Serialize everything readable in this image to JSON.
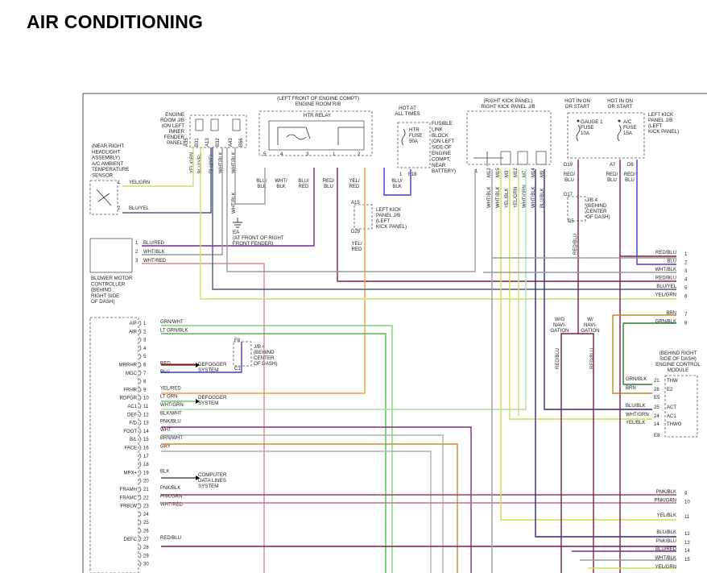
{
  "page_title": "AIR CONDITIONING",
  "components": {
    "engine_room_jb": [
      "ENGINE",
      "ROOM J/B",
      "(ON LEFT",
      "INNER",
      "FENDER",
      "PANEL)"
    ],
    "left_front_header": [
      "(LEFT FRONT OF ENGINE COMPT)",
      "ENGINE ROOM R/B"
    ],
    "htr_relay": "HTR RELAY",
    "hot_at_all_times": [
      "HOT AT",
      "ALL TIMES"
    ],
    "htr_fuse": [
      "HTR",
      "FUSE",
      "50A"
    ],
    "fusible_link": [
      "FUSIBLE",
      "LINK",
      "BLOCK",
      "(ON LEFT",
      "SIDE OF",
      "ENGINE",
      "COMPT,",
      "NEAR",
      "BATTERY)"
    ],
    "right_kick_header": [
      "(RIGHT KICK PANEL)",
      "RIGHT KICK PANEL J/B"
    ],
    "hot_in_on_1": [
      "HOT IN ON",
      "OR START"
    ],
    "hot_in_on_2": [
      "HOT IN ON",
      "OR START"
    ],
    "gauge_fuse": [
      "GAUGE 1",
      "FUSE",
      "10A"
    ],
    "ac_fuse": [
      "A/C",
      "FUSE",
      "15A"
    ],
    "left_kick_jb_right": [
      "LEFT KICK",
      "PANEL J/B",
      "(LEFT",
      "KICK PANEL)"
    ],
    "ambient_sensor": [
      "(NEAR RIGHT",
      "HEADLIGHT",
      "ASSEMBLY)",
      "A/C AMBIENT",
      "TEMPERATURE",
      "SENSOR"
    ],
    "ea_ground": [
      "EA",
      "(AT FRONT OF RIGHT",
      "FRONT FENDER)"
    ],
    "left_kick_jb": [
      "LEFT KICK",
      "PANEL J/B",
      "(LEFT",
      "KICK PANEL)"
    ],
    "blower": [
      "BLOWER MOTOR",
      "CONTROLLER",
      "(BEHIND",
      "RIGHT SIDE",
      "OF DASH)"
    ],
    "jb4_center": [
      "J/B 4",
      "(BEHIND",
      "CENTER",
      "OF DASH)"
    ],
    "jb4_center_2": [
      "J/B 4",
      "(BEHIND",
      "CENTER",
      "OF DASH)"
    ],
    "nav_wo": [
      "W/O",
      "NAVI-",
      "GATION"
    ],
    "nav_w": [
      "W/",
      "NAVI-",
      "GATION"
    ],
    "ecm": [
      "(BEHIND RIGHT",
      "SIDE OF DASH)",
      "ENGINE CONTROL",
      "MODULE"
    ],
    "defogger_1": [
      "DEFOGGER",
      "SYSTEM"
    ],
    "defogger_2": [
      "DEFOGGER",
      "SYSTEM"
    ],
    "computer_data": [
      "COMPUTER",
      "DATA LINES",
      "SYSTEM"
    ]
  },
  "top_connectors": {
    "jb_pins": [
      "A35",
      "B31",
      "A13",
      "B32",
      "A43",
      "B56"
    ],
    "jb_wires": [
      "YEL/GRN",
      "BLU/YEL",
      "BLU/YEL",
      "WHT/BLK",
      "WHT/BLK",
      "WHT/BLK"
    ],
    "relay_pins": [
      "5",
      "4",
      "3",
      "1",
      "2"
    ],
    "relay_wires": [
      [
        "BLU/",
        "BLK"
      ],
      [
        "WHT/",
        "BLK"
      ],
      [
        "BLU/",
        "RED"
      ],
      [
        "RED/",
        "BLU"
      ],
      [
        "YEL/",
        "RED"
      ]
    ],
    "fuse_pin_1": "1",
    "fuse_pin_f18": "F18",
    "fuse_wire": [
      "BLU/",
      "BLK"
    ],
    "rk_pins": [
      "1",
      "M12",
      "M15",
      "M3",
      "M12",
      "M7",
      "M14",
      "M9"
    ],
    "rk_wires": [
      "WHT/BLK",
      "WHT/BLK",
      "YEL/BLK",
      "YEL/GRN",
      "WHT/GRN",
      "WHT/BLK",
      "BLU/BLK",
      "BLU/BLK"
    ],
    "d19": "D19",
    "a7": "A7",
    "d6": "D6",
    "d17": "D17",
    "c5": "C5",
    "wire_red_blu_a": [
      "RED/",
      "BLU"
    ],
    "wire_red_blu_b": [
      "RED/",
      "BLU"
    ],
    "wire_red_blu_c": [
      "RED/",
      "BLU"
    ],
    "wire_red_blu_vert": "RED/BLU",
    "a15": "A15",
    "d29": "D29",
    "yel_red": [
      "YEL/",
      "RED"
    ],
    "jb4_pin_top": "F8",
    "jb4_pin_bot": "C1"
  },
  "sensor_pins": [
    {
      "pin": "1",
      "wire": "YEL/GRN"
    },
    {
      "pin": "2",
      "wire": "BLU/YEL"
    }
  ],
  "blower_pins": [
    {
      "pin": "1",
      "wire": "BLU/RED"
    },
    {
      "pin": "2",
      "wire": "WHT/BLK"
    },
    {
      "pin": "3",
      "wire": "WHT/RED"
    }
  ],
  "right_harness": [
    {
      "num": "1",
      "wire": "RED/BLU"
    },
    {
      "num": "2",
      "wire": "BLU"
    },
    {
      "num": "3",
      "wire": "WHT/BLK"
    },
    {
      "num": "4",
      "wire": "RED/BLU"
    },
    {
      "num": "5",
      "wire": "BLU/YEL"
    },
    {
      "num": "6",
      "wire": "YEL/GRN"
    },
    {
      "num": "7",
      "wire": "BRN"
    },
    {
      "num": "8",
      "wire": "GRN/BLK"
    },
    {
      "num": "9",
      "wire": "PNK/BLK"
    },
    {
      "num": "10",
      "wire": "PNK/GRN"
    },
    {
      "num": "11",
      "wire": "YEL/BLK"
    },
    {
      "num": "12",
      "wire": "BLU/BLK"
    },
    {
      "num": "13",
      "wire": "PNK/BLU"
    },
    {
      "num": "14",
      "wire": "BLU/RED"
    },
    {
      "num": "15",
      "wire": "WHT/BLK"
    },
    {
      "num": "",
      "wire": "YEL/GRN"
    }
  ],
  "ecm_pins": [
    {
      "wire": "GRN/BLK",
      "pin": "21",
      "name": "THW"
    },
    {
      "wire": "BRN",
      "pin": "28",
      "name": "E2"
    },
    {
      "wire": "",
      "pin": "E5",
      "name": ""
    },
    {
      "wire": "BLU/BLK",
      "pin": "25",
      "name": "ACT"
    },
    {
      "wire": "WHT/GRN",
      "pin": "24",
      "name": "AC1"
    },
    {
      "wire": "YEL/BLK",
      "pin": "14",
      "name": "THWO"
    },
    {
      "wire": "",
      "pin": "E8",
      "name": ""
    }
  ],
  "nav_wires": [
    "RED/BLU",
    "RED/BLU"
  ],
  "control_pins": [
    {
      "pin": "1",
      "name": "AIF",
      "wire": "GRN/WHT"
    },
    {
      "pin": "2",
      "name": "AIR",
      "wire": "LT GRN/BLK"
    },
    {
      "pin": "3",
      "name": "",
      "wire": ""
    },
    {
      "pin": "4",
      "name": "",
      "wire": ""
    },
    {
      "pin": "5",
      "name": "",
      "wire": ""
    },
    {
      "pin": "6",
      "name": "MRRHR",
      "wire": "RED"
    },
    {
      "pin": "7",
      "name": "MGC",
      "wire": "BLU"
    },
    {
      "pin": "8",
      "name": "",
      "wire": ""
    },
    {
      "pin": "9",
      "name": "FRHR",
      "wire": "YEL/RED"
    },
    {
      "pin": "10",
      "name": "RDFGR",
      "wire": "LT GRN"
    },
    {
      "pin": "11",
      "name": "AC1",
      "wire": "WHT/GRN"
    },
    {
      "pin": "12",
      "name": "DEF",
      "wire": "BLK/WHT"
    },
    {
      "pin": "13",
      "name": "F/D",
      "wire": "PNK/BLU"
    },
    {
      "pin": "14",
      "name": "FOOT",
      "wire": "WHT"
    },
    {
      "pin": "15",
      "name": "B/L",
      "wire": "BRN/WHT"
    },
    {
      "pin": "16",
      "name": "FACE",
      "wire": "GRY"
    },
    {
      "pin": "17",
      "name": "",
      "wire": ""
    },
    {
      "pin": "18",
      "name": "",
      "wire": ""
    },
    {
      "pin": "19",
      "name": "MPX+",
      "wire": "BLK"
    },
    {
      "pin": "20",
      "name": "",
      "wire": ""
    },
    {
      "pin": "21",
      "name": "FRAMH",
      "wire": "PNK/BLK"
    },
    {
      "pin": "22",
      "name": "FRAMC",
      "wire": "PNK/GRN"
    },
    {
      "pin": "23",
      "name": "FRBLW",
      "wire": "WHT/RED"
    },
    {
      "pin": "24",
      "name": "",
      "wire": ""
    },
    {
      "pin": "25",
      "name": "",
      "wire": ""
    },
    {
      "pin": "26",
      "name": "",
      "wire": ""
    },
    {
      "pin": "27",
      "name": "DEFC",
      "wire": "RED/BLU"
    },
    {
      "pin": "28",
      "name": "",
      "wire": ""
    },
    {
      "pin": "29",
      "name": "",
      "wire": ""
    },
    {
      "pin": "30",
      "name": "",
      "wire": ""
    }
  ],
  "colors": {
    "yel_grn": "#c8e06a",
    "blu_yel": "#4a5a8a",
    "blu_red": "#7a2a8a",
    "wht_blk": "#9a9a9a",
    "wht_red": "#e08a8a",
    "red_blu": "#7a1f4f",
    "blu": "#3b3bd8",
    "yel_red": "#f0a040",
    "grn_wht": "#7ad27a",
    "lt_grn_blk": "#4cc04c",
    "red": "#e01e1e",
    "yel_blk": "#d9d94a",
    "brn": "#c08a1e",
    "grn_blk": "#2e7d2e",
    "pnk_blk": "#a0406a",
    "pnk_grn": "#c07090",
    "blu_blk": "#2a2a8a",
    "pnk_blu": "#8a2a7a",
    "brn_wht": "#d08a3a",
    "gry": "#b0b0b0",
    "blk": "#333333",
    "wht_grn": "#a8e0a8"
  }
}
